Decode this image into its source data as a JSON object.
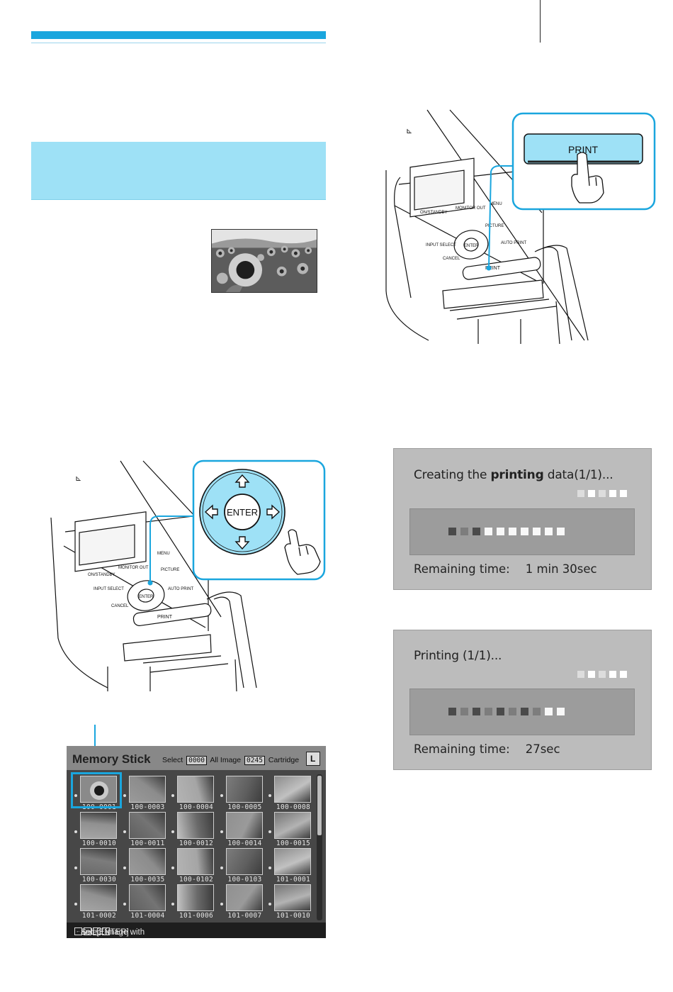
{
  "print_callout": {
    "button_label": "PRINT"
  },
  "printer_panel": {
    "buttons": [
      "ON/STANDBY",
      "MONITOR OUT",
      "MENU",
      "INPUT SELECT",
      "PICTURE",
      "CANCEL",
      "ENTER",
      "AUTO PRINT",
      "PRINT"
    ]
  },
  "enter_callout": {
    "button_label": "ENTER"
  },
  "progress_screen_1": {
    "message_prefix": "Creating the ",
    "message_bold": "printing",
    "message_suffix": " data(1/1)...",
    "remaining_label": "Remaining time:",
    "remaining_value": "1 min  30sec",
    "progress_fraction": 0.3
  },
  "progress_screen_2": {
    "message": "Printing (1/1)...",
    "remaining_label": "Remaining time:",
    "remaining_value": "27sec",
    "progress_fraction": 0.75
  },
  "memory_stick_screen": {
    "title": "Memory Stick",
    "select_label": "Select",
    "select_count": "0000",
    "all_image_label": "All Image",
    "all_image_count": "0245",
    "cartridge_label": "Cartridge",
    "thumbnails": [
      "100-0001",
      "100-0003",
      "100-0004",
      "100-0005",
      "100-0008",
      "100-0010",
      "100-0011",
      "100-0012",
      "100-0014",
      "100-0015",
      "100-0030",
      "100-0035",
      "100-0102",
      "100-0103",
      "101-0001",
      "101-0002",
      "101-0004",
      "101-0006",
      "101-0007",
      "101-0010"
    ],
    "footer_prefix": "Select image with",
    "footer_suffix": "and [ENTER] ."
  }
}
